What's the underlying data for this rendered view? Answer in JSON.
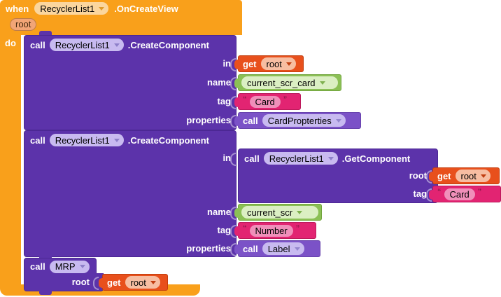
{
  "when": {
    "kw": "when",
    "component": "RecyclerList1",
    "event": ".OnCreateView",
    "param": "root",
    "do_label": "do"
  },
  "create_card": {
    "kw": "call",
    "component": "RecyclerList1",
    "method": ".CreateComponent",
    "labels": {
      "in": "in",
      "name": "name",
      "tag": "tag",
      "properties": "properties"
    },
    "in_value": {
      "kw": "get",
      "variable": "root"
    },
    "name_value": {
      "variable": "current_scr_card"
    },
    "tag_value": {
      "open_quote": "“",
      "text": "Card",
      "close_quote": "”"
    },
    "properties_value": {
      "kw": "call",
      "procedure": "CardPropterties"
    }
  },
  "create_number": {
    "kw": "call",
    "component": "RecyclerList1",
    "method": ".CreateComponent",
    "labels": {
      "in": "in",
      "name": "name",
      "tag": "tag",
      "properties": "properties"
    },
    "in_value": {
      "kw": "call",
      "component": "RecyclerList1",
      "method": ".GetComponent",
      "labels": {
        "root": "root",
        "tag": "tag"
      },
      "root_value": {
        "kw": "get",
        "variable": "root"
      },
      "tag_value": {
        "open_quote": "“",
        "text": "Card",
        "close_quote": "”"
      }
    },
    "name_value": {
      "variable": "current_scr"
    },
    "tag_value": {
      "open_quote": "“",
      "text": "Number",
      "close_quote": "”"
    },
    "properties_value": {
      "kw": "call",
      "procedure": "Label"
    }
  },
  "call_mrp": {
    "kw": "call",
    "procedure": "MRP",
    "labels": {
      "root": "root"
    },
    "root_value": {
      "kw": "get",
      "variable": "root"
    }
  },
  "colors": {
    "event_block": "#F9A01B",
    "component_block": "#5C33AA",
    "procedure_block": "#7B52C7",
    "getter_block": "#E8501C",
    "variable_block": "#8BC055",
    "text_block": "#E22472",
    "canvas": "#FFFFFF"
  }
}
